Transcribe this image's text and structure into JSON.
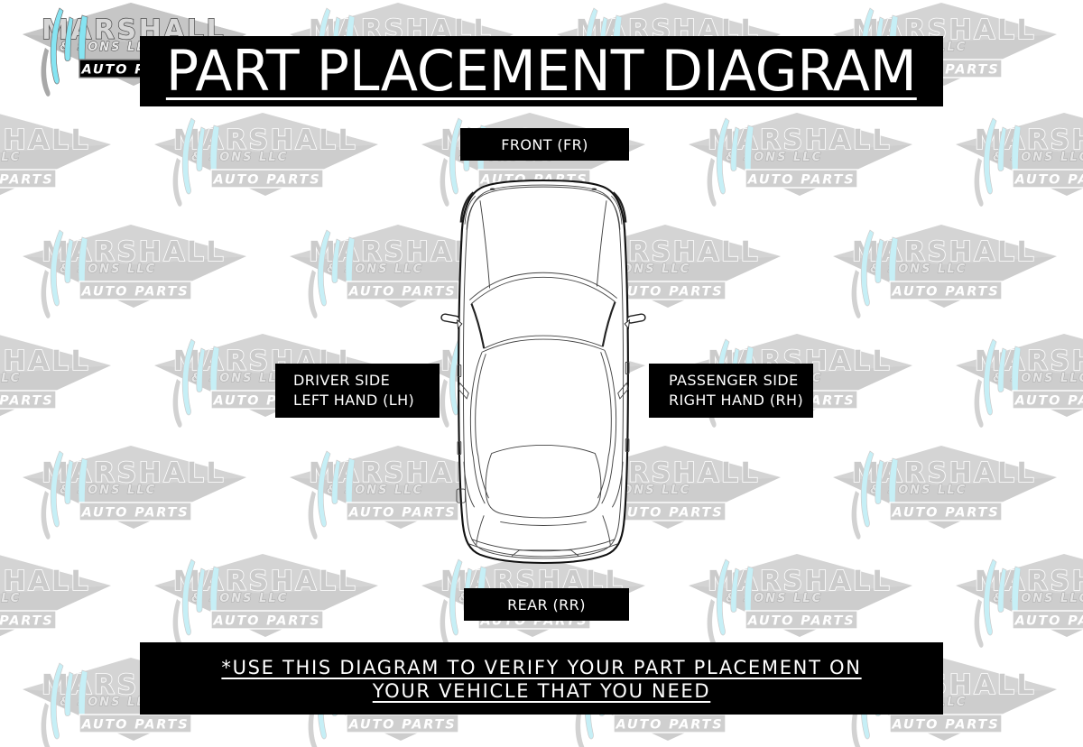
{
  "title": "PART PLACEMENT DIAGRAM",
  "labels": {
    "front": "FRONT (FR)",
    "rear": "REAR (RR)",
    "driver": {
      "line1": "DRIVER SIDE",
      "line2": "LEFT HAND (LH)"
    },
    "passenger": {
      "line1": "PASSENGER SIDE",
      "line2": "RIGHT HAND (RH)"
    }
  },
  "footer": {
    "line1": "*USE THIS DIAGRAM TO VERIFY YOUR PART PLACEMENT ON",
    "line2": "YOUR VEHICLE THAT YOU NEED"
  },
  "watermark": {
    "brand": "MARSHALL",
    "subtitle": "& SONS LLC",
    "tagline": "AUTO PARTS",
    "colors": {
      "diamond": "#d4d4d4",
      "ghost_text": "#cbcbcb",
      "bar_ghost": "#cfcfcf",
      "bar_solid": "#000000",
      "bar_text": "#ffffff",
      "swoosh_ghost": "#c6eff6",
      "swoosh_solid": "#86e4f2"
    }
  },
  "colors": {
    "banner_bg": "#000000",
    "banner_text": "#ffffff"
  }
}
